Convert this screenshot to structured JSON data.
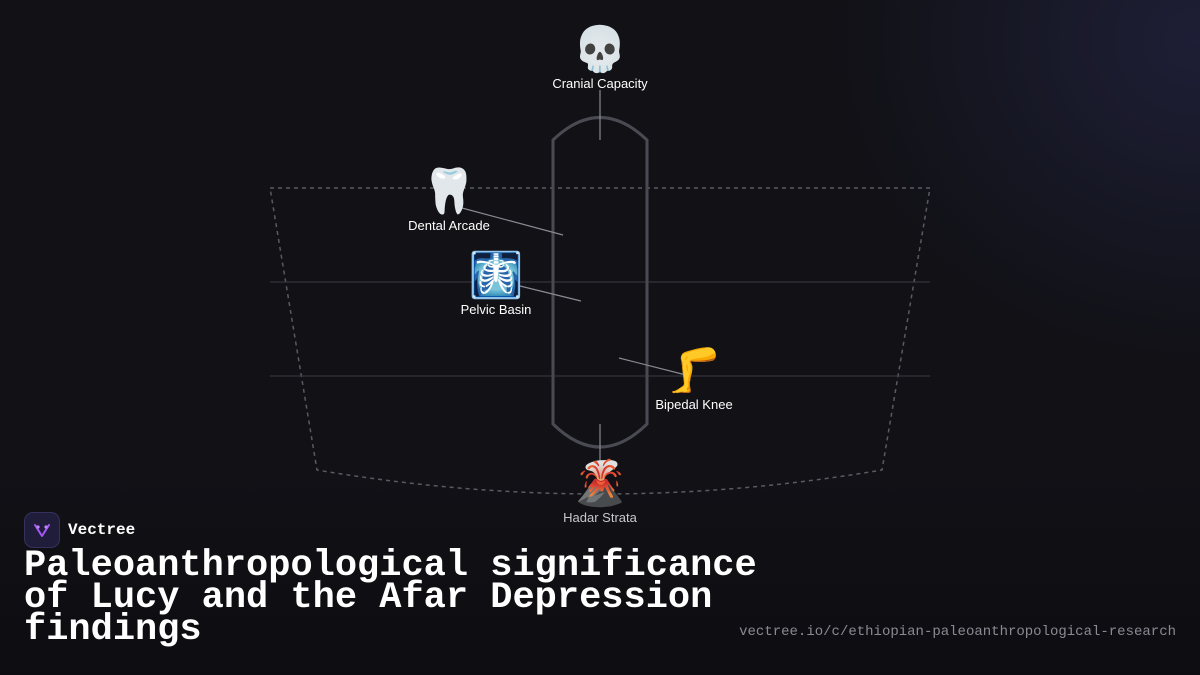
{
  "diagram": {
    "nodes": [
      {
        "id": "cranial",
        "icon": "skull-icon",
        "emoji": "💀",
        "label": "Cranial Capacity"
      },
      {
        "id": "dental",
        "icon": "tooth-icon",
        "emoji": "🦷",
        "label": "Dental Arcade"
      },
      {
        "id": "pelvic",
        "icon": "xray-icon",
        "emoji": "🩻",
        "label": "Pelvic Basin"
      },
      {
        "id": "knee",
        "icon": "leg-icon",
        "emoji": "🦵",
        "label": "Bipedal Knee"
      },
      {
        "id": "hadar",
        "icon": "volcano-icon",
        "emoji": "🌋",
        "label": "Hadar Strata"
      }
    ]
  },
  "brand": {
    "name": "Vectree",
    "logo_icon": "vectree-logo-icon"
  },
  "title": "Paleoanthropological significance of Lucy and the Afar Depression findings",
  "url": "vectree.io/c/ethiopian-paleoanthropological-research",
  "colors": {
    "background": "#111116",
    "accent": "#a855f7"
  }
}
